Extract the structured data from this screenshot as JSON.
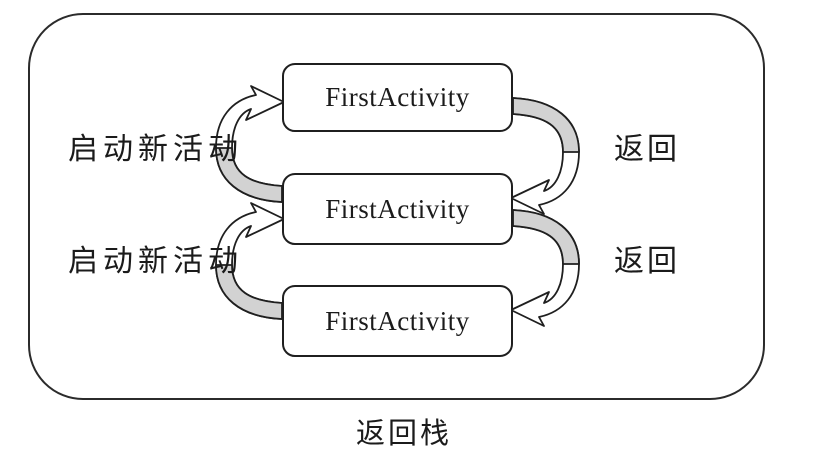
{
  "diagram": {
    "caption": "返回栈",
    "boxes": [
      {
        "label": "FirstActivity"
      },
      {
        "label": "FirstActivity"
      },
      {
        "label": "FirstActivity"
      }
    ],
    "transitions": [
      {
        "side": "left",
        "row": 1,
        "label": "启动新活动",
        "arrow": "curved-arrow-up-into-top-box"
      },
      {
        "side": "right",
        "row": 1,
        "label": "返回",
        "arrow": "curved-arrow-down-into-lower-box"
      },
      {
        "side": "left",
        "row": 2,
        "label": "启动新活动",
        "arrow": "curved-arrow-up-into-top-box"
      },
      {
        "side": "right",
        "row": 2,
        "label": "返回",
        "arrow": "curved-arrow-down-into-lower-box"
      }
    ],
    "colors": {
      "line": "#1f1f1f",
      "frame_line": "#2b2b2b",
      "arrow_ribbon_fill": "#d2d2d2",
      "box_fill": "#ffffff",
      "background": "#ffffff"
    }
  }
}
